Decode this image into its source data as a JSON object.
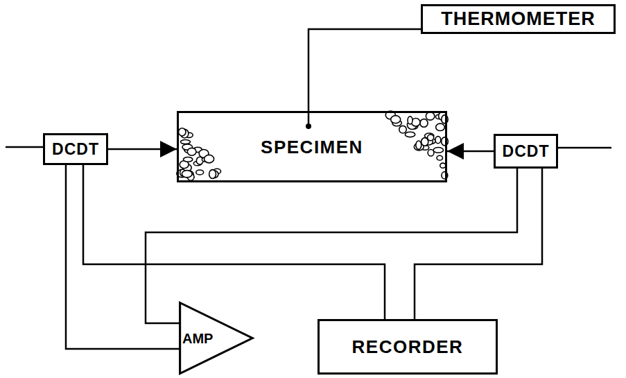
{
  "diagram": {
    "nodes": [
      {
        "text": [
          "THERMOMETER"
        ]
      },
      {
        "text": [
          "DCDT"
        ]
      },
      {
        "text": [
          "SPECIMEN"
        ]
      },
      {
        "text": [
          "DCDT"
        ]
      },
      {
        "text": [
          "AMP"
        ]
      },
      {
        "text": [
          "RECORDER"
        ]
      }
    ],
    "edges": [
      {
        "from": 0,
        "to": 2,
        "arrow": "none"
      },
      {
        "from": 1,
        "to": 2,
        "arrow": "to"
      },
      {
        "from": 3,
        "to": 2,
        "arrow": "to"
      },
      {
        "from": 1,
        "to": 4,
        "arrow": "none"
      },
      {
        "from": 1,
        "to": 5,
        "arrow": "none"
      },
      {
        "from": 3,
        "to": 4,
        "arrow": "none"
      },
      {
        "from": 3,
        "to": 5,
        "arrow": "none"
      }
    ]
  }
}
